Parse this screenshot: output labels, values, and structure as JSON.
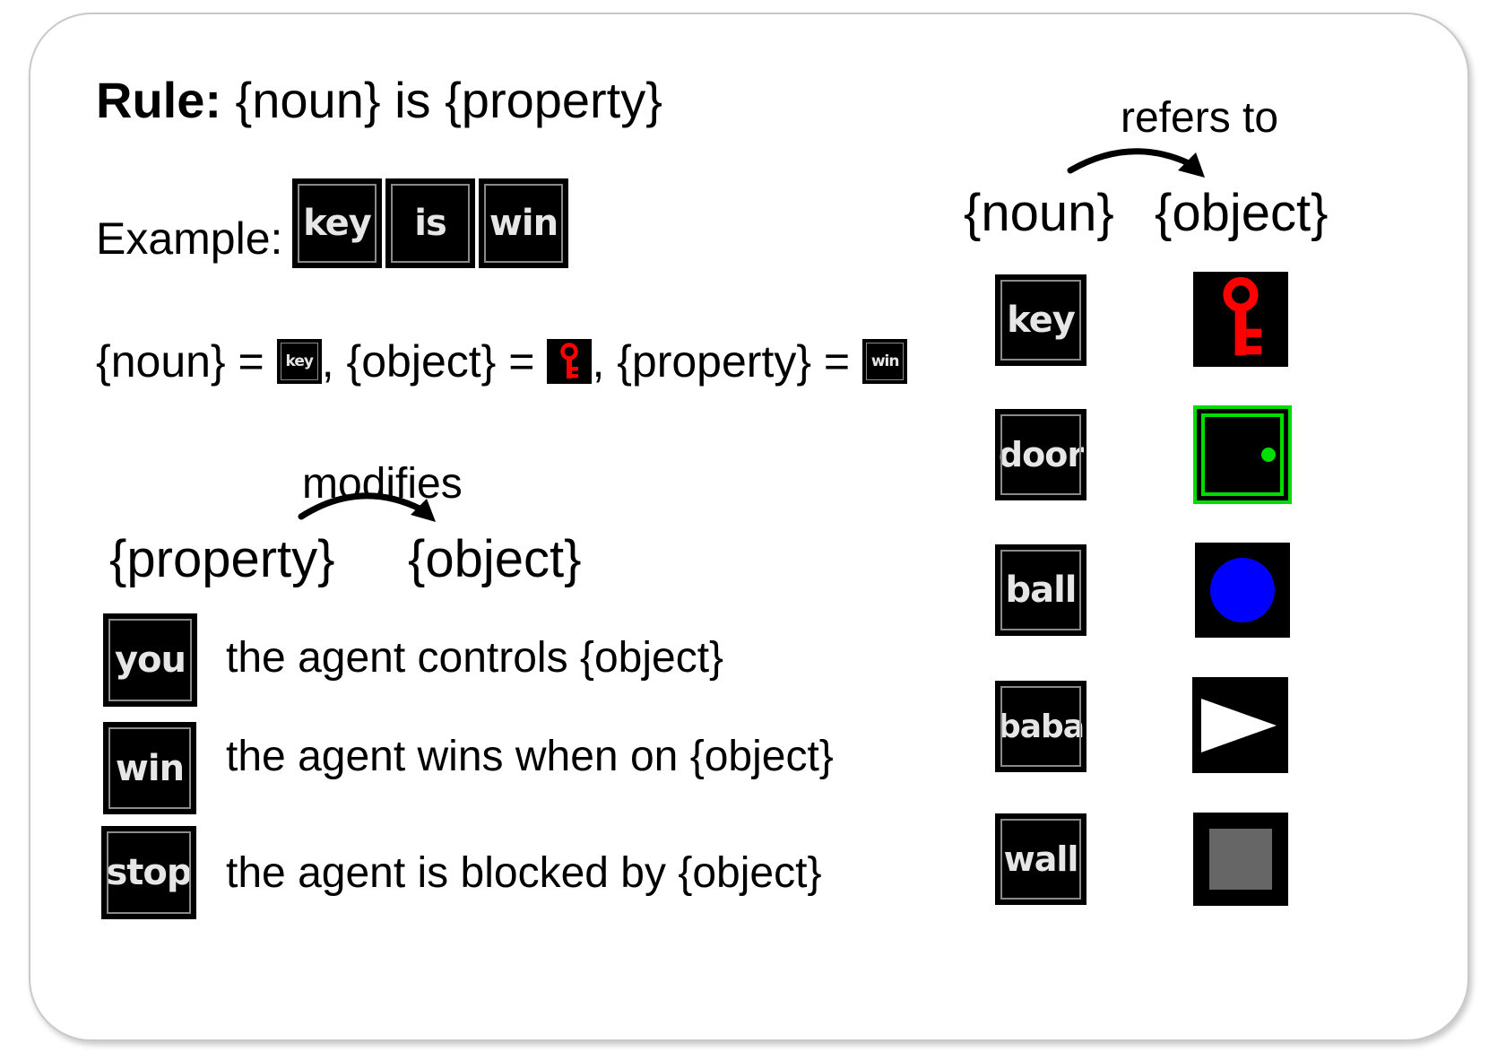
{
  "rule": {
    "bold": "Rule:",
    "rest": " {noun} is {property}"
  },
  "example": {
    "label": "Example:",
    "tiles": [
      "key",
      "is",
      "win"
    ]
  },
  "equation": {
    "noun_part": "{noun} =",
    "noun_tile": "key",
    "object_part": ", {object} =",
    "property_part": ", {property} =",
    "property_tile": "win"
  },
  "left_diagram": {
    "arrow_label": "modifies",
    "from": "{property}",
    "to": "{object}",
    "properties": [
      {
        "tile": "you",
        "description": "the agent controls {object}"
      },
      {
        "tile": "win",
        "description": "the agent wins when on {object}"
      },
      {
        "tile": "stop",
        "description": "the agent is blocked by {object}"
      }
    ]
  },
  "right_diagram": {
    "arrow_label": "refers to",
    "from": "{noun}",
    "to": "{object}",
    "nouns": [
      {
        "tile": "key",
        "object_icon": "red-key-icon"
      },
      {
        "tile": "door",
        "object_icon": "green-door-icon"
      },
      {
        "tile": "ball",
        "object_icon": "blue-ball-icon"
      },
      {
        "tile": "baba",
        "object_icon": "white-triangle-icon"
      },
      {
        "tile": "wall",
        "object_icon": "grey-wall-icon"
      }
    ]
  },
  "colors": {
    "key_red": "#ff0000",
    "door_green": "#00cc00",
    "ball_blue": "#0000ff",
    "wall_grey": "#666666",
    "tile_bg": "#000000"
  }
}
